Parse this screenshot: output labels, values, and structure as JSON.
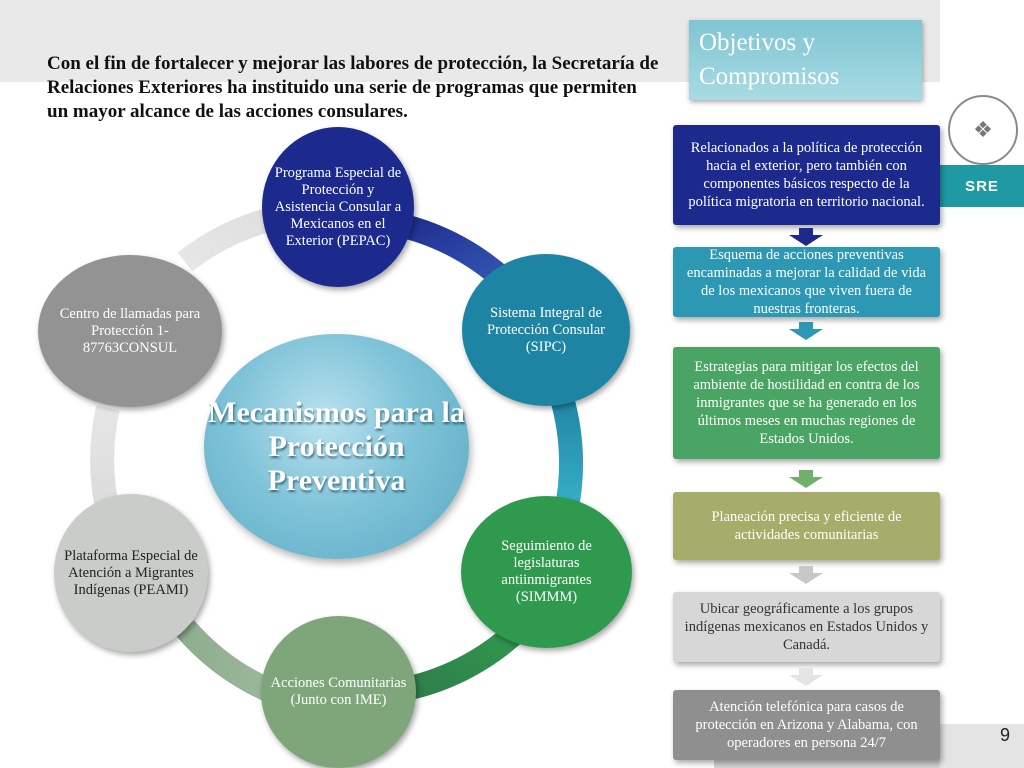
{
  "intro": "Con el fin de fortalecer y mejorar las labores de protección, la Secretaría de Relaciones Exteriores ha instituido una serie de programas  que permiten un mayor alcance de las acciones consulares.",
  "center_label": "Mecanismos para la Protección Preventiva",
  "programs": [
    {
      "text": "Programa Especial de Protección y Asistencia Consular a Mexicanos en el Exterior (PEPAC)",
      "color": "#1c2a8e"
    },
    {
      "text": "Sistema Integral de Protección Consular (SIPC)",
      "color": "#1e84a4"
    },
    {
      "text": "Seguimiento de legislaturas antiinmigrantes (SIMMM)",
      "color": "#2f9a4e"
    },
    {
      "text": "Acciones Comunitarias (Junto con IME)",
      "color": "#7fa67a"
    },
    {
      "text": "Plataforma Especial de Atención a Migrantes Indígenas (PEAMI)",
      "color": "#c9ccc9"
    },
    {
      "text": "Centro de llamadas para Protección 1-87763CONSUL",
      "color": "#939393"
    }
  ],
  "objectives_title": "Objetivos y Compromisos",
  "objectives": [
    {
      "text": "Relacionados a la política de protección hacia el exterior, pero también  con componentes básicos respecto de la política migratoria en territorio nacional.",
      "color": "#1c2a8e"
    },
    {
      "text": "Esquema de acciones preventivas encaminadas a mejorar la calidad de vida de los mexicanos que viven fuera de nuestras fronteras.",
      "color": "#2d98b4"
    },
    {
      "text": "Estrategias para mitigar los efectos del ambiente de hostilidad en contra de los inmigrantes que se ha generado en los últimos meses en muchas regiones de Estados Unidos.",
      "color": "#4aa564"
    },
    {
      "text": "Planeación precisa y eficiente de actividades comunitarias",
      "color": "#a6ad6a"
    },
    {
      "text": "Ubicar geográficamente a los grupos indígenas mexicanos en Estados Unidos y Canadá.",
      "color": "#d7d7d7",
      "text_color": "#333333"
    },
    {
      "text": "Atención telefónica para casos de protección en Arizona y Alabama, con operadores en persona 24/7",
      "color": "#8f8f8f"
    }
  ],
  "brand": "SRE",
  "page_number": "9"
}
